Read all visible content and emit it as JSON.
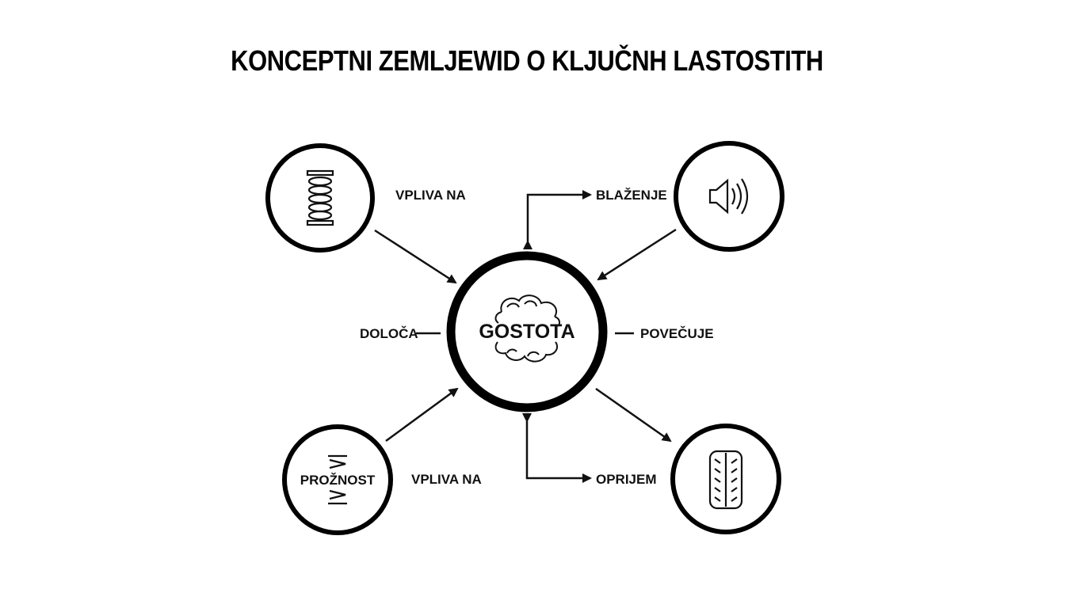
{
  "title": "KONCEPTNI ZEMLJEWID O KLJUČNH LASTOSTITH",
  "center": {
    "label": "GOSTOTA",
    "icon": "foam-cloud-icon"
  },
  "nodes": [
    {
      "id": "spring",
      "icon": "spring-icon",
      "label": ""
    },
    {
      "id": "sound",
      "icon": "speaker-sound-icon",
      "label": ""
    },
    {
      "id": "elasticity",
      "icon": "compression-spring-icon",
      "label": "PROŽNOST"
    },
    {
      "id": "tire",
      "icon": "tire-tread-icon",
      "label": ""
    }
  ],
  "relations": {
    "top_left": "VPLIVA NA",
    "top_right": "BLAŽENJE",
    "left": "DOLOČA",
    "right": "POVEČUJE",
    "bottom_left": "VPLIVA NA",
    "bottom_right": "OPRIJEM"
  }
}
